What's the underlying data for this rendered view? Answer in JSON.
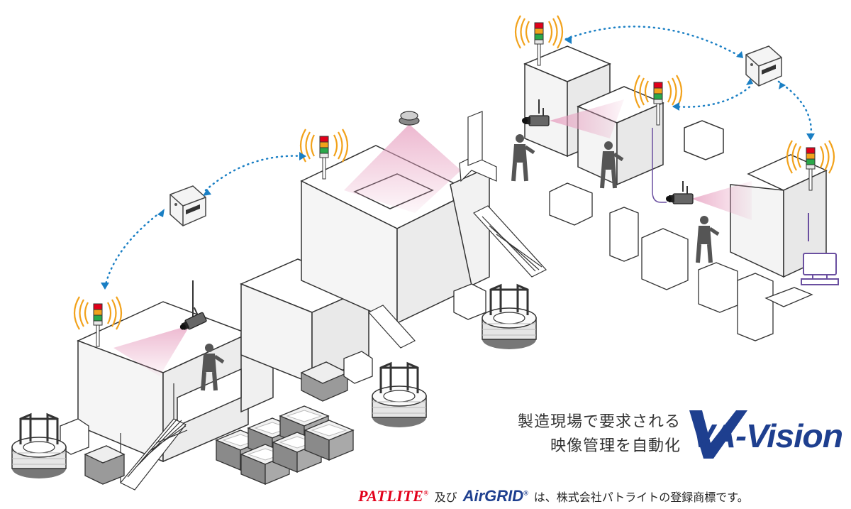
{
  "tagline": {
    "line1": "製造現場で要求される",
    "line2": "映像管理を自動化"
  },
  "logo": {
    "text": "VA-Vision",
    "color": "#1e3f8f"
  },
  "footer": {
    "brand1": "PATLITE",
    "reg1": "®",
    "joiner": "及び",
    "brand2": "AirGRID",
    "reg2": "®",
    "suffix": "は、株式会社パトライトの登録商標です。"
  },
  "colors": {
    "accent": "#e2001a",
    "brand": "#1e3f8f",
    "link": "#1a7fc4",
    "signal": "#f2a21b",
    "camera_view": "#e7a0c0",
    "monitor": "#6a4fa0"
  },
  "icons": [
    "signal-tower-icon",
    "wireless-waves-icon",
    "airgrid-receiver-icon",
    "camera-icon",
    "dome-camera-icon",
    "monitor-icon"
  ]
}
